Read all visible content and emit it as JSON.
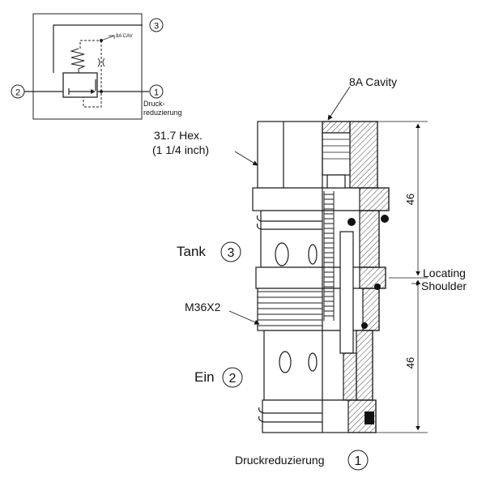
{
  "schematic": {
    "ports": {
      "p3": "3",
      "p2": "2",
      "p1": "1"
    },
    "cavity_tag": "8A CAV",
    "function_label": [
      "Druck-",
      "reduzierung"
    ]
  },
  "drawing": {
    "cavity_label": "8A Cavity",
    "hex_label_line1": "31.7 Hex.",
    "hex_label_line2": "(1 1/4 inch)",
    "thread_label": "M36X2",
    "tank_label": "Tank",
    "tank_port": "3",
    "in_label": "Ein",
    "in_port": "2",
    "bottom_label": "Druckreduzierung",
    "bottom_port": "1",
    "dim_upper": "46",
    "dim_lower": "46",
    "locating_line1": "Locating",
    "locating_line2": "Shoulder"
  },
  "colors": {
    "line": "#1a1a1a",
    "hatch": "#555555",
    "body_fill": "#ffffff"
  }
}
